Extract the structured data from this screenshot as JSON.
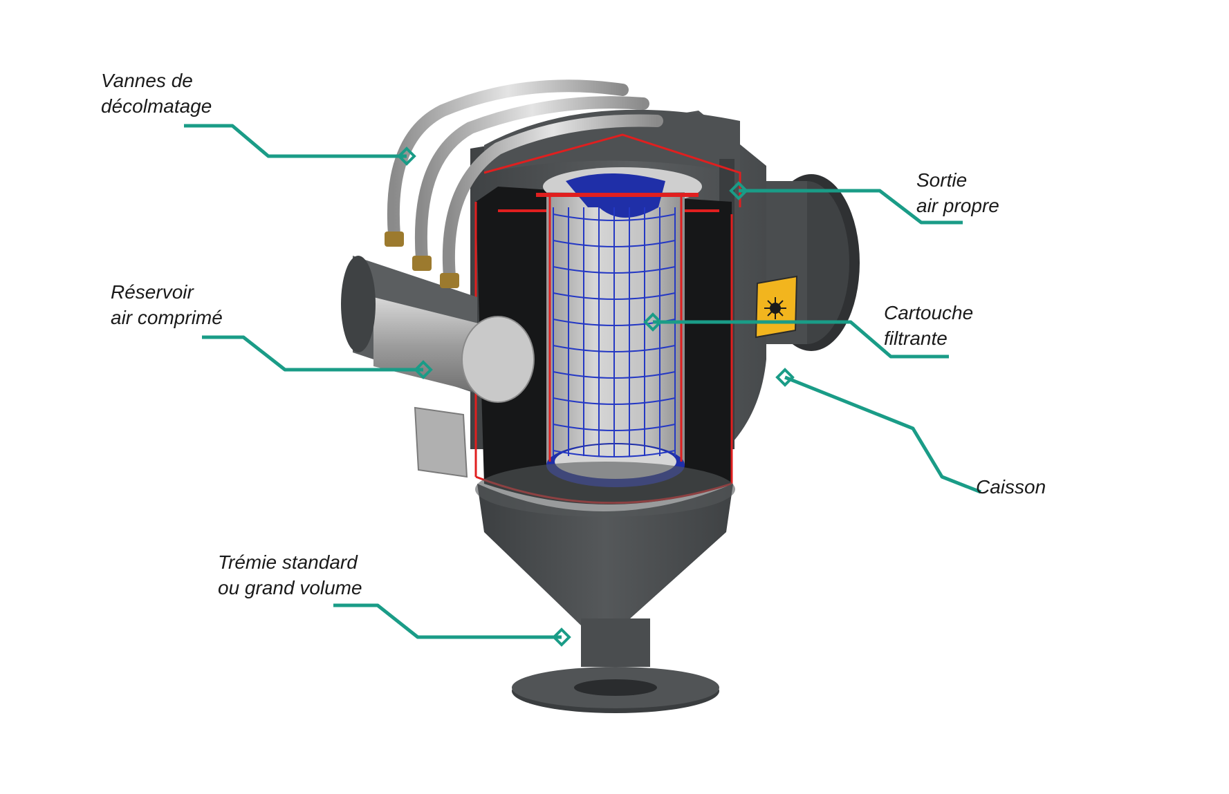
{
  "colors": {
    "leader": "#1a9c87",
    "body_dark": "#4a4d4f",
    "body_mid": "#5b5e60",
    "body_light": "#6e7173",
    "cut_edge": "#e01f1f",
    "cartridge_blue": "#1f2fa8",
    "filter_media": "#bdbdbd",
    "steel": "#b9b9b9",
    "warning_yellow": "#f2b51e"
  },
  "diagram": {
    "subject": "filter-separator-cutaway",
    "labels": [
      {
        "id": "vannes",
        "lines": [
          "Vannes de",
          "décolmatage"
        ]
      },
      {
        "id": "reservoir",
        "lines": [
          "Réservoir",
          "air comprimé"
        ]
      },
      {
        "id": "tremie",
        "lines": [
          "Trémie standard",
          "ou grand volume"
        ]
      },
      {
        "id": "sortie",
        "lines": [
          "Sortie",
          "air propre"
        ]
      },
      {
        "id": "cartouche",
        "lines": [
          "Cartouche",
          "filtrante"
        ]
      },
      {
        "id": "caisson",
        "lines": [
          "Caisson"
        ]
      }
    ],
    "warning_sign_icon": "explosive-atmosphere-icon"
  }
}
